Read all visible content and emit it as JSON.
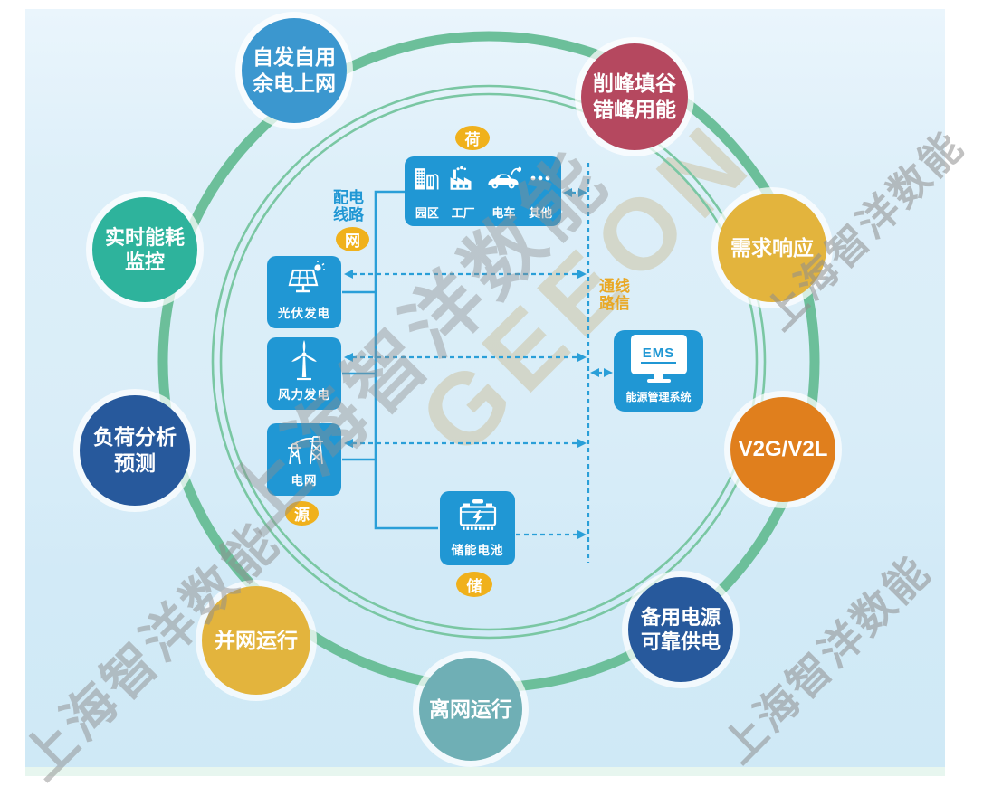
{
  "watermark": {
    "brand_cn": "上海智洋数能",
    "brand_en": "GEEON"
  },
  "ring": {
    "color": "#6cbf9a",
    "items": [
      {
        "name": "self-use-surplus-to-grid",
        "label": "自发自用\n余电上网",
        "color": "#3b97cf"
      },
      {
        "name": "peak-shaving-valley-filling",
        "label": "削峰填谷\n错峰用能",
        "color": "#b5485f"
      },
      {
        "name": "demand-response",
        "label": "需求响应",
        "color": "#e3b43d"
      },
      {
        "name": "v2g-v2l",
        "label": "V2G/V2L",
        "color": "#e07f1d"
      },
      {
        "name": "backup-power-reliable-supply",
        "label": "备用电源\n可靠供电",
        "color": "#27599c"
      },
      {
        "name": "off-grid-operation",
        "label": "离网运行",
        "color": "#6fafb5"
      },
      {
        "name": "grid-connected-operation",
        "label": "并网运行",
        "color": "#e3b43d"
      },
      {
        "name": "load-analysis-forecast",
        "label": "负荷分析\n预测",
        "color": "#27599c"
      },
      {
        "name": "realtime-energy-monitoring",
        "label": "实时能耗\n监控",
        "color": "#2eb39c"
      }
    ]
  },
  "hub": {
    "load_tag": "荷",
    "grid_tag": "网",
    "source_tag": "源",
    "storage_tag": "储",
    "distribution_line_label": "配电\n线路",
    "comm_line_label": "通线\n路信",
    "load_items": [
      {
        "icon": "campus-buildings-icon",
        "label": "园区"
      },
      {
        "icon": "factory-icon",
        "label": "工厂"
      },
      {
        "icon": "ev-car-icon",
        "label": "电车"
      },
      {
        "icon": "ellipsis-icon",
        "label": "其他"
      }
    ],
    "sources": [
      {
        "icon": "solar-panel-icon",
        "label": "光伏发电"
      },
      {
        "icon": "wind-turbine-icon",
        "label": "风力发电"
      },
      {
        "icon": "power-grid-icon",
        "label": "电网"
      }
    ],
    "storage_label": "储能电池",
    "ems_screen_text": "EMS",
    "ems_label": "能源管理系统"
  },
  "colors": {
    "box_blue": "#2097d4",
    "pill_yellow": "#f0b11c",
    "connector_blue": "#2a9fd8",
    "comm_label_yellow": "#e9a825",
    "ring_green": "#6cbf9a",
    "background_blue": "#d9edf8",
    "watermark_grey": "#8f8f8f",
    "watermark_tan": "#ccc19d"
  }
}
